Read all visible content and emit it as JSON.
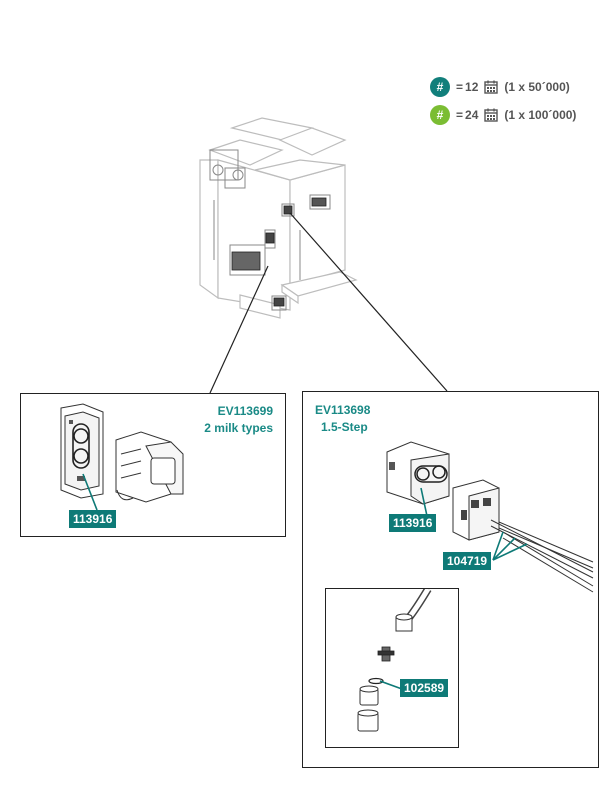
{
  "legend": {
    "rows": [
      {
        "symbol": "#",
        "eq": "=",
        "count": "12",
        "interval": "(1 x 50´000)",
        "color": "#117f7b"
      },
      {
        "symbol": "#",
        "eq": "=",
        "count": "24",
        "interval": "(1 x 100´000)",
        "color": "#7bbd33"
      }
    ]
  },
  "left_panel": {
    "code": "EV113699",
    "subtitle": "2 milk types",
    "parts": [
      "113916"
    ]
  },
  "right_panel": {
    "code": "EV113698",
    "subtitle": "1.5-Step",
    "parts": [
      "113916",
      "104719"
    ],
    "inset": {
      "parts": [
        "102589"
      ]
    }
  },
  "colors": {
    "label_bg": "#0e7a77",
    "title_text": "#1a8a86",
    "line": "#222222"
  }
}
